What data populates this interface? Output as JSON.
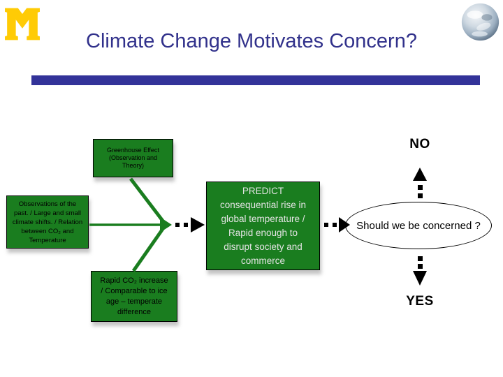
{
  "header": {
    "title": "Climate Change Motivates Concern?",
    "logo_alt": "University of Michigan block M",
    "earth_alt": "Earth photo"
  },
  "flowchart": {
    "greenhouse_box": "Greenhouse Effect\n(Observation and\nTheory)",
    "observations_box": "Observations of the\npast. / Large and small\nclimate shifts. / Relation\nbetween CO₂ and\nTemperature",
    "rapid_co2_box": "Rapid CO₂ increase\n/ Comparable to ice\nage – temperate\ndifference",
    "predict_box": "PREDICT\nconsequential rise in\nglobal temperature /\nRapid enough to\ndisrupt society and\ncommerce",
    "decision_ellipse": "Should we be concerned ?",
    "no_label": "NO",
    "yes_label": "YES"
  },
  "colors": {
    "box_green": "#1A7D1F",
    "bar_blue": "#333399",
    "title_blue": "#31318B",
    "maize_yellow": "#FFCB05",
    "predict_text": "#E4E4E4",
    "arrow_black": "#000000"
  }
}
